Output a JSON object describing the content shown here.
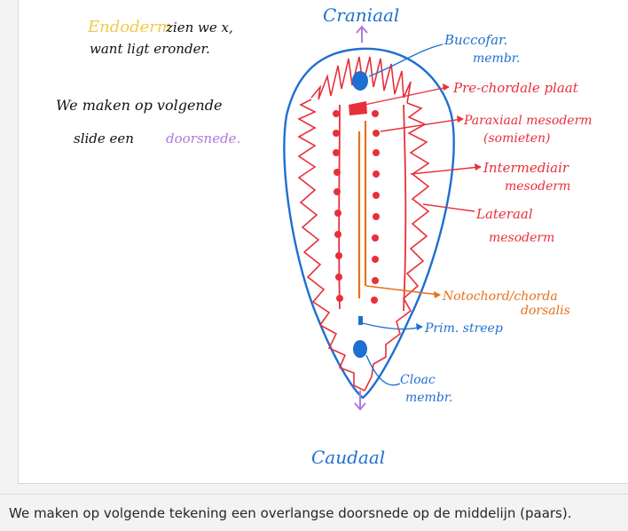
{
  "slide": {
    "note_line1_a": "Endoderm",
    "note_line1_b": "zien we x,",
    "note_line2": "want ligt eronder.",
    "note_line3": "We maken op volgende",
    "note_line4_a": "slide een",
    "note_line4_b": "doorsnede.",
    "label_top": "Craniaal",
    "label_bottom": "Caudaal",
    "labels": {
      "bucco_1": "Buccofar.",
      "bucco_2": "membr.",
      "prechordal": "Pre-chordale plaat",
      "paraxial_1": "Paraxiaal mesoderm",
      "paraxial_2": "(somieten)",
      "intermed_1": "Intermediair",
      "intermed_2": "mesoderm",
      "lateral_1": "Lateraal",
      "lateral_2": "mesoderm",
      "notochord_1": "Notochord/chorda",
      "notochord_2": "dorsalis",
      "primstreak": "Prim. streep",
      "cloac_1": "Cloac",
      "cloac_2": "membr."
    }
  },
  "notes_pane": {
    "text": "We maken op volgende tekening een overlangse doorsnede op de middelijn (paars)."
  },
  "colors": {
    "blue": "#1f6fd1",
    "red": "#e8303a",
    "orange": "#e8701a",
    "purple": "#b07ad8",
    "yellow": "#f2c94c",
    "black": "#111111"
  }
}
